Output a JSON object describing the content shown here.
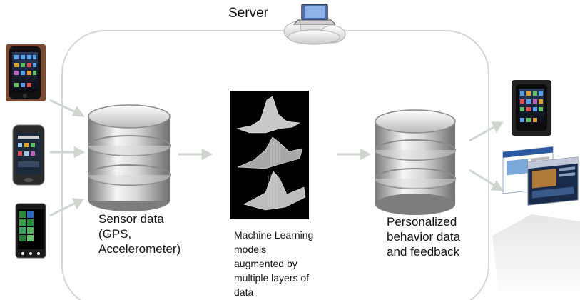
{
  "server": {
    "label": "Server",
    "icon": "cloud-laptop-icon"
  },
  "inputs": {
    "devices": [
      {
        "name": "iphone-device-icon"
      },
      {
        "name": "android-device-icon"
      },
      {
        "name": "windows-phone-device-icon"
      }
    ]
  },
  "sensor_db": {
    "icon": "database-icon",
    "label_lines": [
      "Sensor data",
      "(GPS,",
      "Accelerometer)"
    ]
  },
  "ml_models": {
    "icon": "3d-surface-plot-icon",
    "label_lines": [
      "Machine Learning",
      "models",
      "augmented by",
      "multiple layers of",
      "data"
    ]
  },
  "behavior_db": {
    "icon": "database-icon",
    "label_lines": [
      "Personalized",
      "behavior data",
      "and feedback"
    ]
  },
  "outputs": {
    "devices": [
      {
        "name": "iphone-output-icon"
      },
      {
        "name": "web-pages-output-icon"
      }
    ]
  },
  "colors": {
    "arrow": "#cfd6cf",
    "border": "#d6d6d6",
    "db_light": "#f2f2f2",
    "db_dark": "#8a8a8a"
  }
}
